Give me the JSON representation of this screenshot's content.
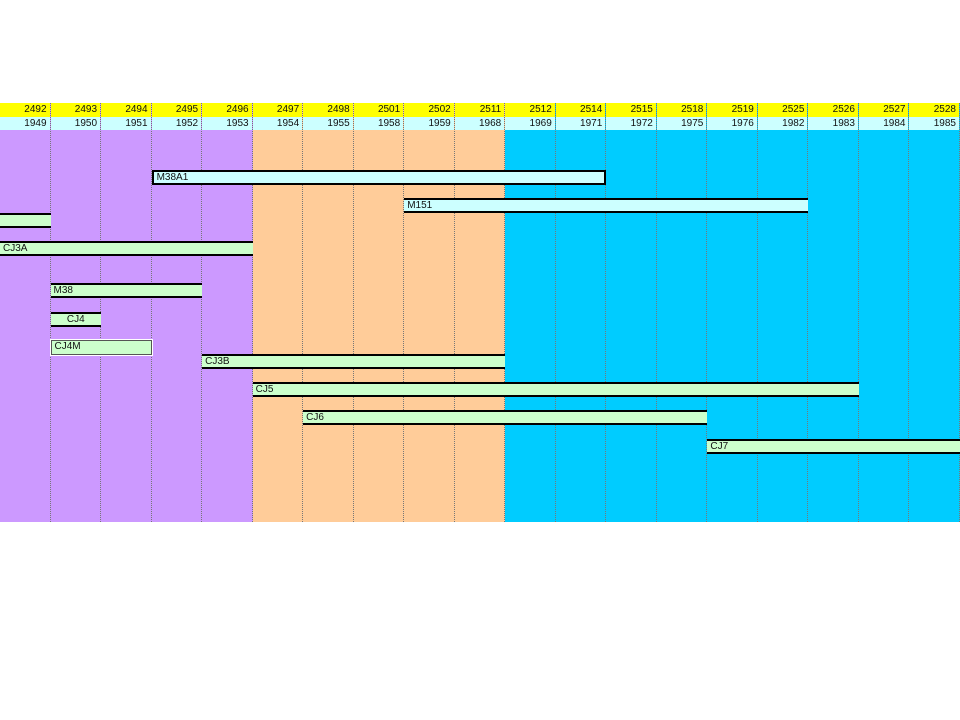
{
  "chart_data": {
    "type": "gantt",
    "columns": [
      {
        "thai": "2492",
        "year": "1949"
      },
      {
        "thai": "2493",
        "year": "1950"
      },
      {
        "thai": "2494",
        "year": "1951"
      },
      {
        "thai": "2495",
        "year": "1952"
      },
      {
        "thai": "2496",
        "year": "1953"
      },
      {
        "thai": "2497",
        "year": "1954"
      },
      {
        "thai": "2498",
        "year": "1955"
      },
      {
        "thai": "2501",
        "year": "1958"
      },
      {
        "thai": "2502",
        "year": "1959"
      },
      {
        "thai": "2511",
        "year": "1968"
      },
      {
        "thai": "2512",
        "year": "1969"
      },
      {
        "thai": "2514",
        "year": "1971"
      },
      {
        "thai": "2515",
        "year": "1972"
      },
      {
        "thai": "2518",
        "year": "1975"
      },
      {
        "thai": "2519",
        "year": "1976"
      },
      {
        "thai": "2525",
        "year": "1982"
      },
      {
        "thai": "2526",
        "year": "1983"
      },
      {
        "thai": "2527",
        "year": "1984"
      },
      {
        "thai": "2528",
        "year": "1985"
      }
    ],
    "eras": [
      {
        "from": "1949",
        "to": "1953",
        "color": "#cc99ff"
      },
      {
        "from": "1954",
        "to": "1968",
        "color": "#ffcc99"
      },
      {
        "from": "1969",
        "to": "1985",
        "color": "#00ccff"
      }
    ],
    "bars": [
      {
        "label": "M38A1",
        "start": "1952",
        "end": "1971",
        "color": "#ccffff",
        "style": "full"
      },
      {
        "label": "M151",
        "start": "1959",
        "end": "1982",
        "color": "#ccffff",
        "style": ""
      },
      {
        "label": "",
        "start": "1949",
        "end": "1949",
        "color": "#ccffcc",
        "style": ""
      },
      {
        "label": "CJ3A",
        "start": "1949",
        "end": "1953",
        "color": "#ccffcc",
        "style": ""
      },
      {
        "label": "M38",
        "start": "1950",
        "end": "1952",
        "color": "#ccffcc",
        "style": ""
      },
      {
        "label": "CJ4",
        "start": "1950",
        "end": "1950",
        "color": "#ccffcc",
        "style": "center"
      },
      {
        "label": "CJ4M",
        "start": "1950",
        "end": "1951",
        "color": "#ccffcc",
        "style": "sel"
      },
      {
        "label": "CJ3B",
        "start": "1953",
        "end": "1968",
        "color": "#ccffcc",
        "style": ""
      },
      {
        "label": "CJ5",
        "start": "1954",
        "end": "1983",
        "color": "#ccffcc",
        "style": ""
      },
      {
        "label": "CJ6",
        "start": "1955",
        "end": "1975",
        "color": "#ccffcc",
        "style": ""
      },
      {
        "label": "CJ7",
        "start": "1976",
        "end": "1985",
        "color": "#ccffcc",
        "style": ""
      }
    ]
  }
}
